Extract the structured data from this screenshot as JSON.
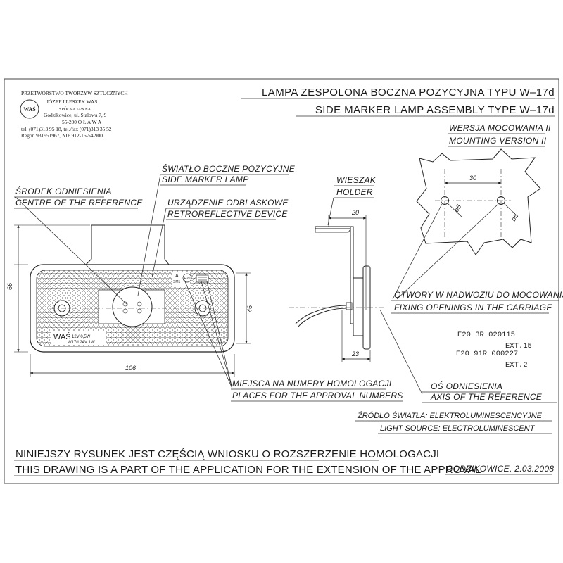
{
  "company": {
    "line1": "PRZETWÓRSTWO TWORZYW SZTUCZNYCH",
    "line2": "JÓZEF I LESZEK WAŚ",
    "line3": "SPÓŁKA JAWNA",
    "line4": "Godzikowice, ul. Stalowa 7, 9",
    "line5": "55-200 O Ł A W A",
    "line6": "tel. (071)313 95 18, tel./fax (071)313 35 52",
    "line7": "Regon 931951967, NIP 912-16-54-900",
    "logo_text": "WAŚ"
  },
  "title": {
    "pl": "LAMPA ZESPOLONA BOCZNA POZYCYJNA TYPU W–17d",
    "en": "SIDE MARKER LAMP ASSEMBLY TYPE W–17d"
  },
  "mounting": {
    "pl": "WERSJA MOCOWANIA II",
    "en": "MOUNTING VERSION II",
    "dim_spacing": "30",
    "dim_hole_left": "ø5",
    "dim_hole_right": "ø5"
  },
  "holder": {
    "pl": "WIESZAK",
    "en": "HOLDER",
    "dim_top": "20",
    "dim_bottom": "23"
  },
  "callouts": {
    "centre_pl": "ŚRODEK ODNIESIENIA",
    "centre_en": "CENTRE OF THE REFERENCE",
    "light_pl": "ŚWIATŁO BOCZNE POZYCYJNE",
    "light_en": "SIDE MARKER LAMP",
    "retro_pl": "URZĄDZENIE ODBLASKOWE",
    "retro_en": "RETROREFLECTIVE DEVICE",
    "approval_pl": "MIEJSCA NA NUMERY HOMOLOGACJI",
    "approval_en": "PLACES FOR THE APPROVAL NUMBERS",
    "axis_pl": "OŚ ODNIESIENIA",
    "axis_en": "AXIS OF THE REFERENCE",
    "fixing_pl": "OTWORY W NADWOZIU DO MOCOWANIA",
    "fixing_en": "FIXING OPENINGS IN THE CARRIAGE",
    "source_pl": "ŹRÓDŁO ŚWIATŁA: ELEKTROLUMINESCENCYJNE",
    "source_en": "LIGHT SOURCE: ELECTROLUMINESCENT"
  },
  "lamp": {
    "dim_width": "106",
    "dim_height": "66",
    "dim_inner": "46",
    "brand": "WAŚ",
    "rating1": "12V 0,5W",
    "rating2": "W17d  24V 1W",
    "mark_a": "A",
    "mark_sm1": "SM1",
    "mark_e20": "E20"
  },
  "approvals": {
    "line1": "E20 3R 020115",
    "line2": "EXT.15",
    "line3": "E20 91R 000227",
    "line4": "EXT.2"
  },
  "footer": {
    "pl": "NINIEJSZY RYSUNEK JEST CZĘŚCIĄ WNIOSKU O ROZSZERZENIE HOMOLOGACJI",
    "en": "THIS DRAWING IS A PART OF THE APPLICATION FOR THE EXTENSION OF THE APPROVAL",
    "place_date": "GODZIKOWICE, 2.03.2008"
  }
}
